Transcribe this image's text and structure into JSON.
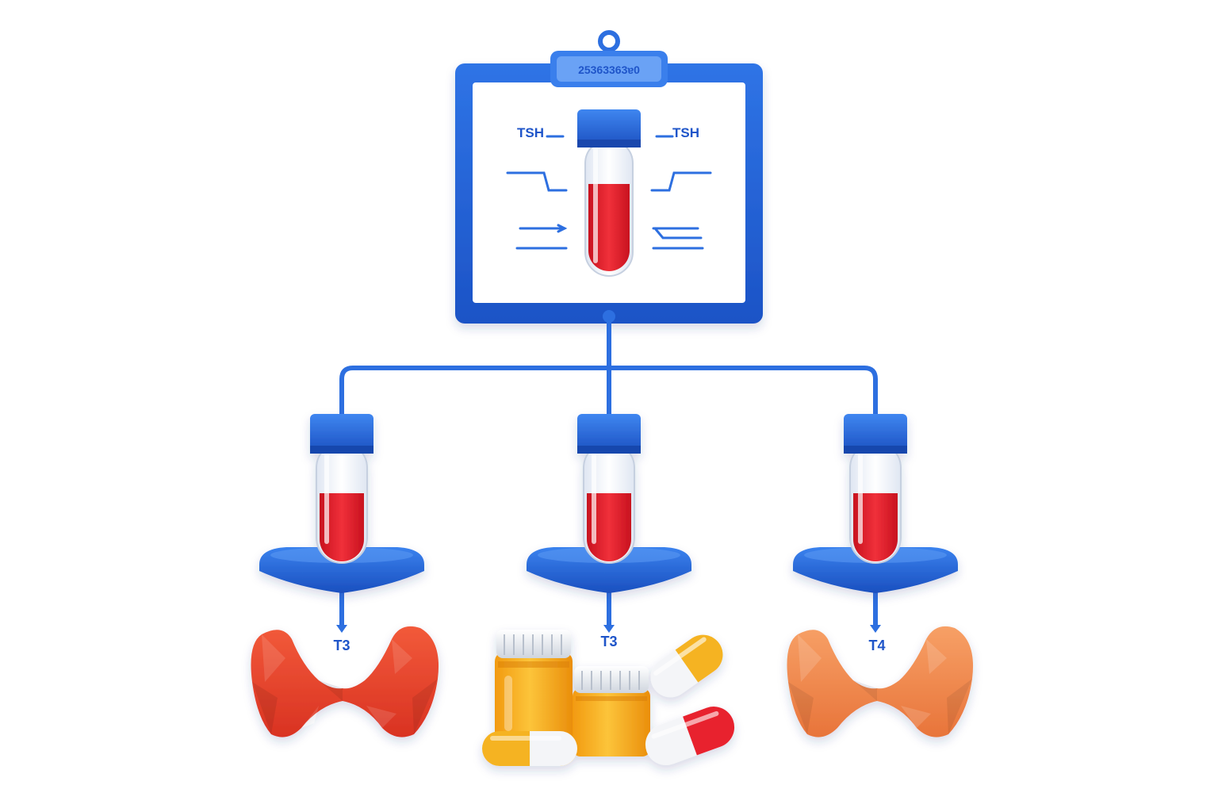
{
  "clipboard": {
    "clip_code": "25363363ɐ0",
    "left_label": "TSH",
    "right_label": "TSH"
  },
  "branches": [
    {
      "label": "T3",
      "item": "thyroid-gland"
    },
    {
      "label": "T3",
      "item": "medication"
    },
    {
      "label": "T4",
      "item": "thyroid-gland"
    }
  ],
  "colors": {
    "primary_blue": "#1f5fd6",
    "blood_red": "#e8232f",
    "thyroid_red": "#e8452c",
    "thyroid_orange": "#ef8a4a",
    "pill_yellow": "#f7b321"
  }
}
